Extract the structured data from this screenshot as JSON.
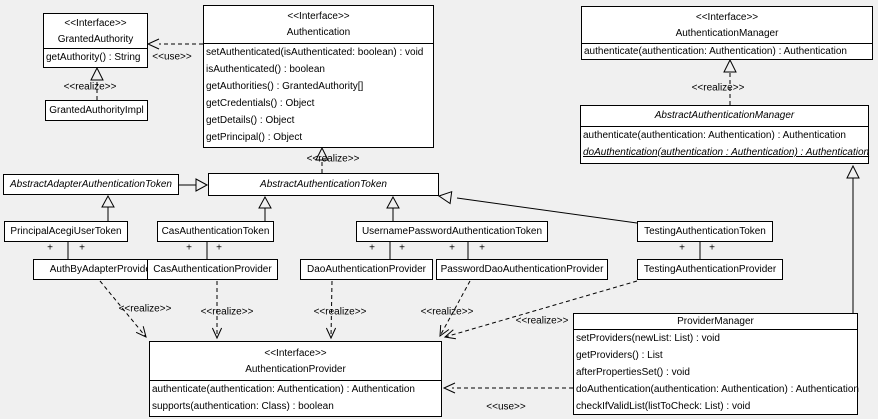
{
  "colors": {
    "background": "#f0f0f0",
    "box_fill": "#ffffff",
    "line": "#000000",
    "text": "#000000"
  },
  "stereotypes": {
    "interface": "<<Interface>>",
    "realize": "<<realize>>",
    "use": "<<use>>",
    "association_plus": "+"
  },
  "classes": {
    "granted_authority": {
      "stereotype": "<<Interface>>",
      "name": "GrantedAuthority",
      "methods": [
        "getAuthority() : String"
      ]
    },
    "granted_authority_impl": {
      "name": "GrantedAuthorityImpl"
    },
    "authentication": {
      "stereotype": "<<Interface>>",
      "name": "Authentication",
      "methods": [
        "setAuthenticated(isAuthenticated: boolean) : void",
        "isAuthenticated() : boolean",
        "getAuthorities() : GrantedAuthority[]",
        "getCredentials() : Object",
        "getDetails() : Object",
        "getPrincipal() : Object"
      ]
    },
    "authentication_manager": {
      "stereotype": "<<Interface>>",
      "name": "AuthenticationManager",
      "methods": [
        "authenticate(authentication: Authentication) : Authentication"
      ]
    },
    "abstract_authentication_manager": {
      "name": "AbstractAuthenticationManager",
      "abstract": true,
      "methods": [
        "authenticate(authentication: Authentication) : Authentication",
        "doAuthentication(authentication : Authentication) : Authentication"
      ]
    },
    "abstract_adapter_authentication_token": {
      "name": "AbstractAdapterAuthenticationToken",
      "abstract": true
    },
    "abstract_authentication_token": {
      "name": "AbstractAuthenticationToken",
      "abstract": true
    },
    "principal_acegi_user_token": {
      "name": "PrincipalAcegiUserToken"
    },
    "cas_authentication_token": {
      "name": "CasAuthenticationToken"
    },
    "username_password_authentication_token": {
      "name": "UsernamePasswordAuthenticationToken"
    },
    "testing_authentication_token": {
      "name": "TestingAuthenticationToken"
    },
    "auth_by_adapter_provider": {
      "name": "AuthByAdapterProvider"
    },
    "cas_authentication_provider": {
      "name": "CasAuthenticationProvider"
    },
    "dao_authentication_provider": {
      "name": "DaoAuthenticationProvider"
    },
    "password_dao_authentication_provider": {
      "name": "PasswordDaoAuthenticationProvider"
    },
    "testing_authentication_provider": {
      "name": "TestingAuthenticationProvider"
    },
    "authentication_provider": {
      "stereotype": "<<Interface>>",
      "name": "AuthenticationProvider",
      "methods": [
        "authenticate(authentication: Authentication) : Authentication",
        "supports(authentication: Class) : boolean"
      ]
    },
    "provider_manager": {
      "name": "ProviderManager",
      "methods": [
        "setProviders(newList: List) : void",
        "getProviders() : List",
        "afterPropertiesSet() : void",
        "doAuthentication(authentication: Authentication) : Authentication",
        "checkIfValidList(listToCheck: List) : void"
      ]
    }
  },
  "relationships": [
    {
      "from": "Authentication",
      "to": "GrantedAuthority",
      "type": "use",
      "label": "<<use>>"
    },
    {
      "from": "GrantedAuthorityImpl",
      "to": "GrantedAuthority",
      "type": "realize",
      "label": "<<realize>>"
    },
    {
      "from": "AbstractAuthenticationToken",
      "to": "Authentication",
      "type": "realize",
      "label": "<<realize>>"
    },
    {
      "from": "AbstractAuthenticationManager",
      "to": "AuthenticationManager",
      "type": "realize",
      "label": "<<realize>>"
    },
    {
      "from": "AbstractAdapterAuthenticationToken",
      "to": "AbstractAuthenticationToken",
      "type": "generalization"
    },
    {
      "from": "PrincipalAcegiUserToken",
      "to": "AbstractAdapterAuthenticationToken",
      "type": "generalization"
    },
    {
      "from": "CasAuthenticationToken",
      "to": "AbstractAuthenticationToken",
      "type": "generalization"
    },
    {
      "from": "UsernamePasswordAuthenticationToken",
      "to": "AbstractAuthenticationToken",
      "type": "generalization"
    },
    {
      "from": "TestingAuthenticationToken",
      "to": "AbstractAuthenticationToken",
      "type": "generalization"
    },
    {
      "from": "ProviderManager",
      "to": "AbstractAuthenticationManager",
      "type": "generalization"
    },
    {
      "from": "PrincipalAcegiUserToken",
      "to": "AuthByAdapterProvider",
      "type": "association",
      "labels": [
        "+",
        "+"
      ]
    },
    {
      "from": "CasAuthenticationToken",
      "to": "CasAuthenticationProvider",
      "type": "association",
      "labels": [
        "+",
        "+"
      ]
    },
    {
      "from": "UsernamePasswordAuthenticationToken",
      "to": "DaoAuthenticationProvider",
      "type": "association",
      "labels": [
        "+",
        "+"
      ]
    },
    {
      "from": "UsernamePasswordAuthenticationToken",
      "to": "PasswordDaoAuthenticationProvider",
      "type": "association",
      "labels": [
        "+",
        "+"
      ]
    },
    {
      "from": "TestingAuthenticationToken",
      "to": "TestingAuthenticationProvider",
      "type": "association",
      "labels": [
        "+",
        "+"
      ]
    },
    {
      "from": "AuthByAdapterProvider",
      "to": "AuthenticationProvider",
      "type": "realize",
      "label": "<<realize>>"
    },
    {
      "from": "CasAuthenticationProvider",
      "to": "AuthenticationProvider",
      "type": "realize",
      "label": "<<realize>>"
    },
    {
      "from": "DaoAuthenticationProvider",
      "to": "AuthenticationProvider",
      "type": "realize",
      "label": "<<realize>>"
    },
    {
      "from": "PasswordDaoAuthenticationProvider",
      "to": "AuthenticationProvider",
      "type": "realize",
      "label": "<<realize>>"
    },
    {
      "from": "TestingAuthenticationProvider",
      "to": "AuthenticationProvider",
      "type": "realize",
      "label": "<<realize>>"
    },
    {
      "from": "ProviderManager",
      "to": "AuthenticationProvider",
      "type": "use",
      "label": "<<use>>"
    }
  ]
}
